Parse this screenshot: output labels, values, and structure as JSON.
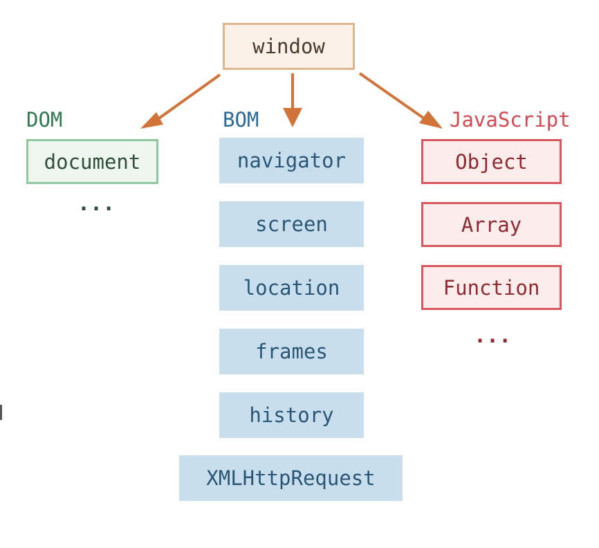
{
  "root": {
    "label": "window"
  },
  "groups": {
    "dom": {
      "title": "DOM",
      "items": [
        "document"
      ],
      "more": "..."
    },
    "bom": {
      "title": "BOM",
      "items": [
        "navigator",
        "screen",
        "location",
        "frames",
        "history",
        "XMLHttpRequest"
      ]
    },
    "js": {
      "title": "JavaScript",
      "items": [
        "Object",
        "Array",
        "Function"
      ],
      "more": "..."
    }
  },
  "colors": {
    "arrow": "#d2733a",
    "dom_accent": "#8fc79f",
    "dom_text": "#2f7a4f",
    "bom_fill": "#c9deed",
    "bom_text": "#2a6a9a",
    "js_accent": "#d9565c",
    "js_text": "#d24a52",
    "root_fill": "#fbf1e8",
    "root_border": "#e0b68e"
  }
}
